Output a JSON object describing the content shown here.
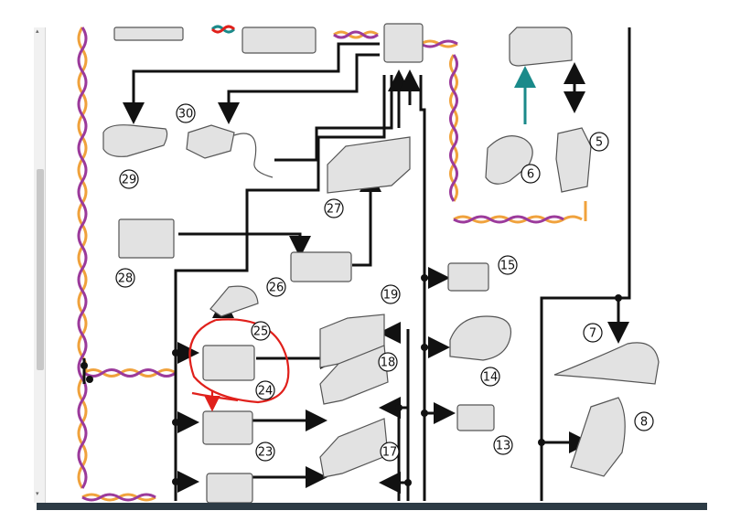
{
  "colors": {
    "bus_orange": "#f0a23c",
    "bus_purple": "#9b3a9b",
    "line_black": "#111111",
    "arrow_teal": "#1a8a8a",
    "annotation_red": "#e0201b"
  },
  "callouts": [
    "5",
    "6",
    "7",
    "8",
    "13",
    "14",
    "15",
    "17",
    "18",
    "19",
    "23",
    "24",
    "25",
    "26",
    "27",
    "28",
    "29",
    "30"
  ],
  "icons": {
    "scroll_up": "▴",
    "scroll_down": "▾"
  }
}
